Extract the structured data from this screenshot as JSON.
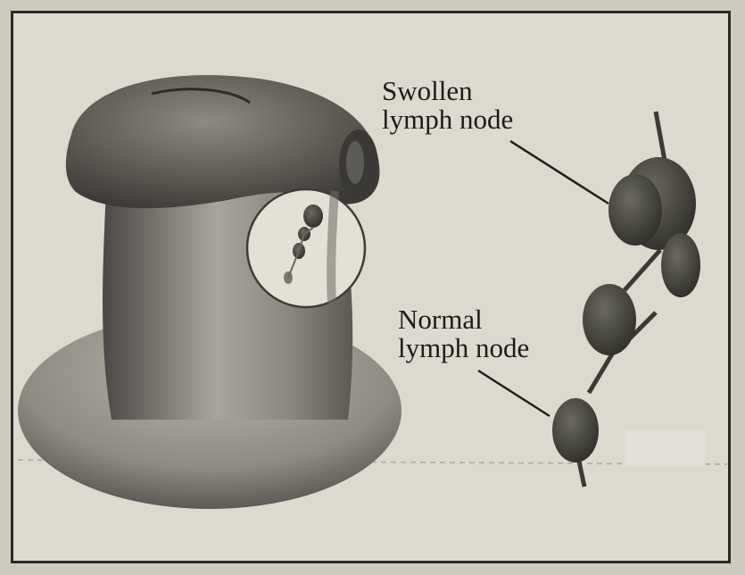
{
  "labels": {
    "swollen": {
      "line1": "Swollen",
      "line2": "lymph node"
    },
    "normal": {
      "line1": "Normal",
      "line2": "lymph node"
    }
  },
  "colors": {
    "background": "#ddd9cf",
    "frame": "#2b2a27",
    "skin_dark": "#4a4844",
    "skin_light": "#bdb8ad",
    "node": "#3f3d36"
  }
}
